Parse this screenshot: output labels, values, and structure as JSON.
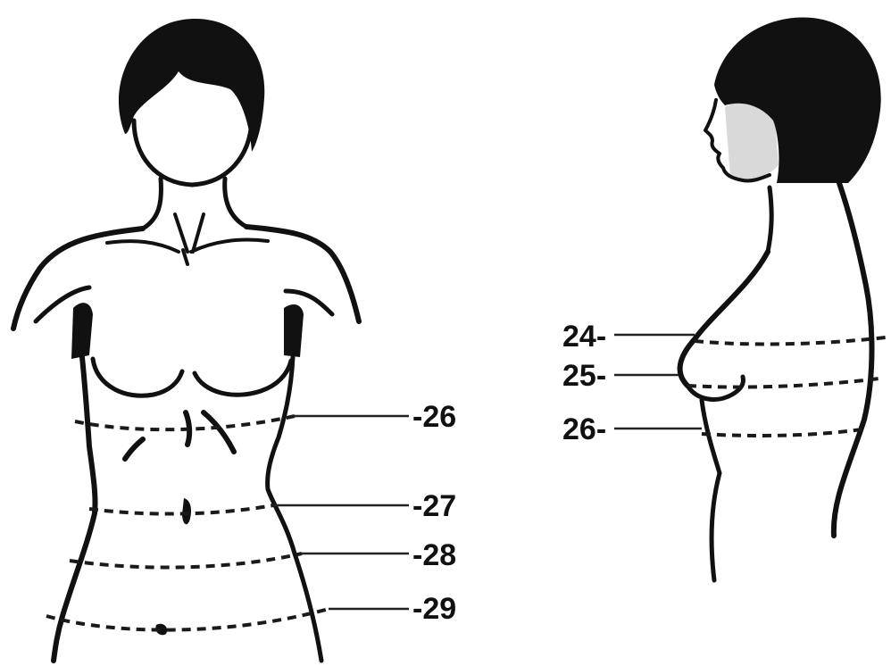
{
  "figures": {
    "front": {
      "measurements": [
        {
          "id": "26",
          "label": "-26"
        },
        {
          "id": "27",
          "label": "-27"
        },
        {
          "id": "28",
          "label": "-28"
        },
        {
          "id": "29",
          "label": "-29"
        }
      ]
    },
    "side": {
      "measurements": [
        {
          "id": "24",
          "label": "24-"
        },
        {
          "id": "25",
          "label": "25-"
        },
        {
          "id": "26",
          "label": "26-"
        }
      ]
    }
  },
  "colors": {
    "ink": "#111111",
    "hair": "#111111",
    "skin_shade": "#d9d9d9",
    "background": "#ffffff"
  }
}
